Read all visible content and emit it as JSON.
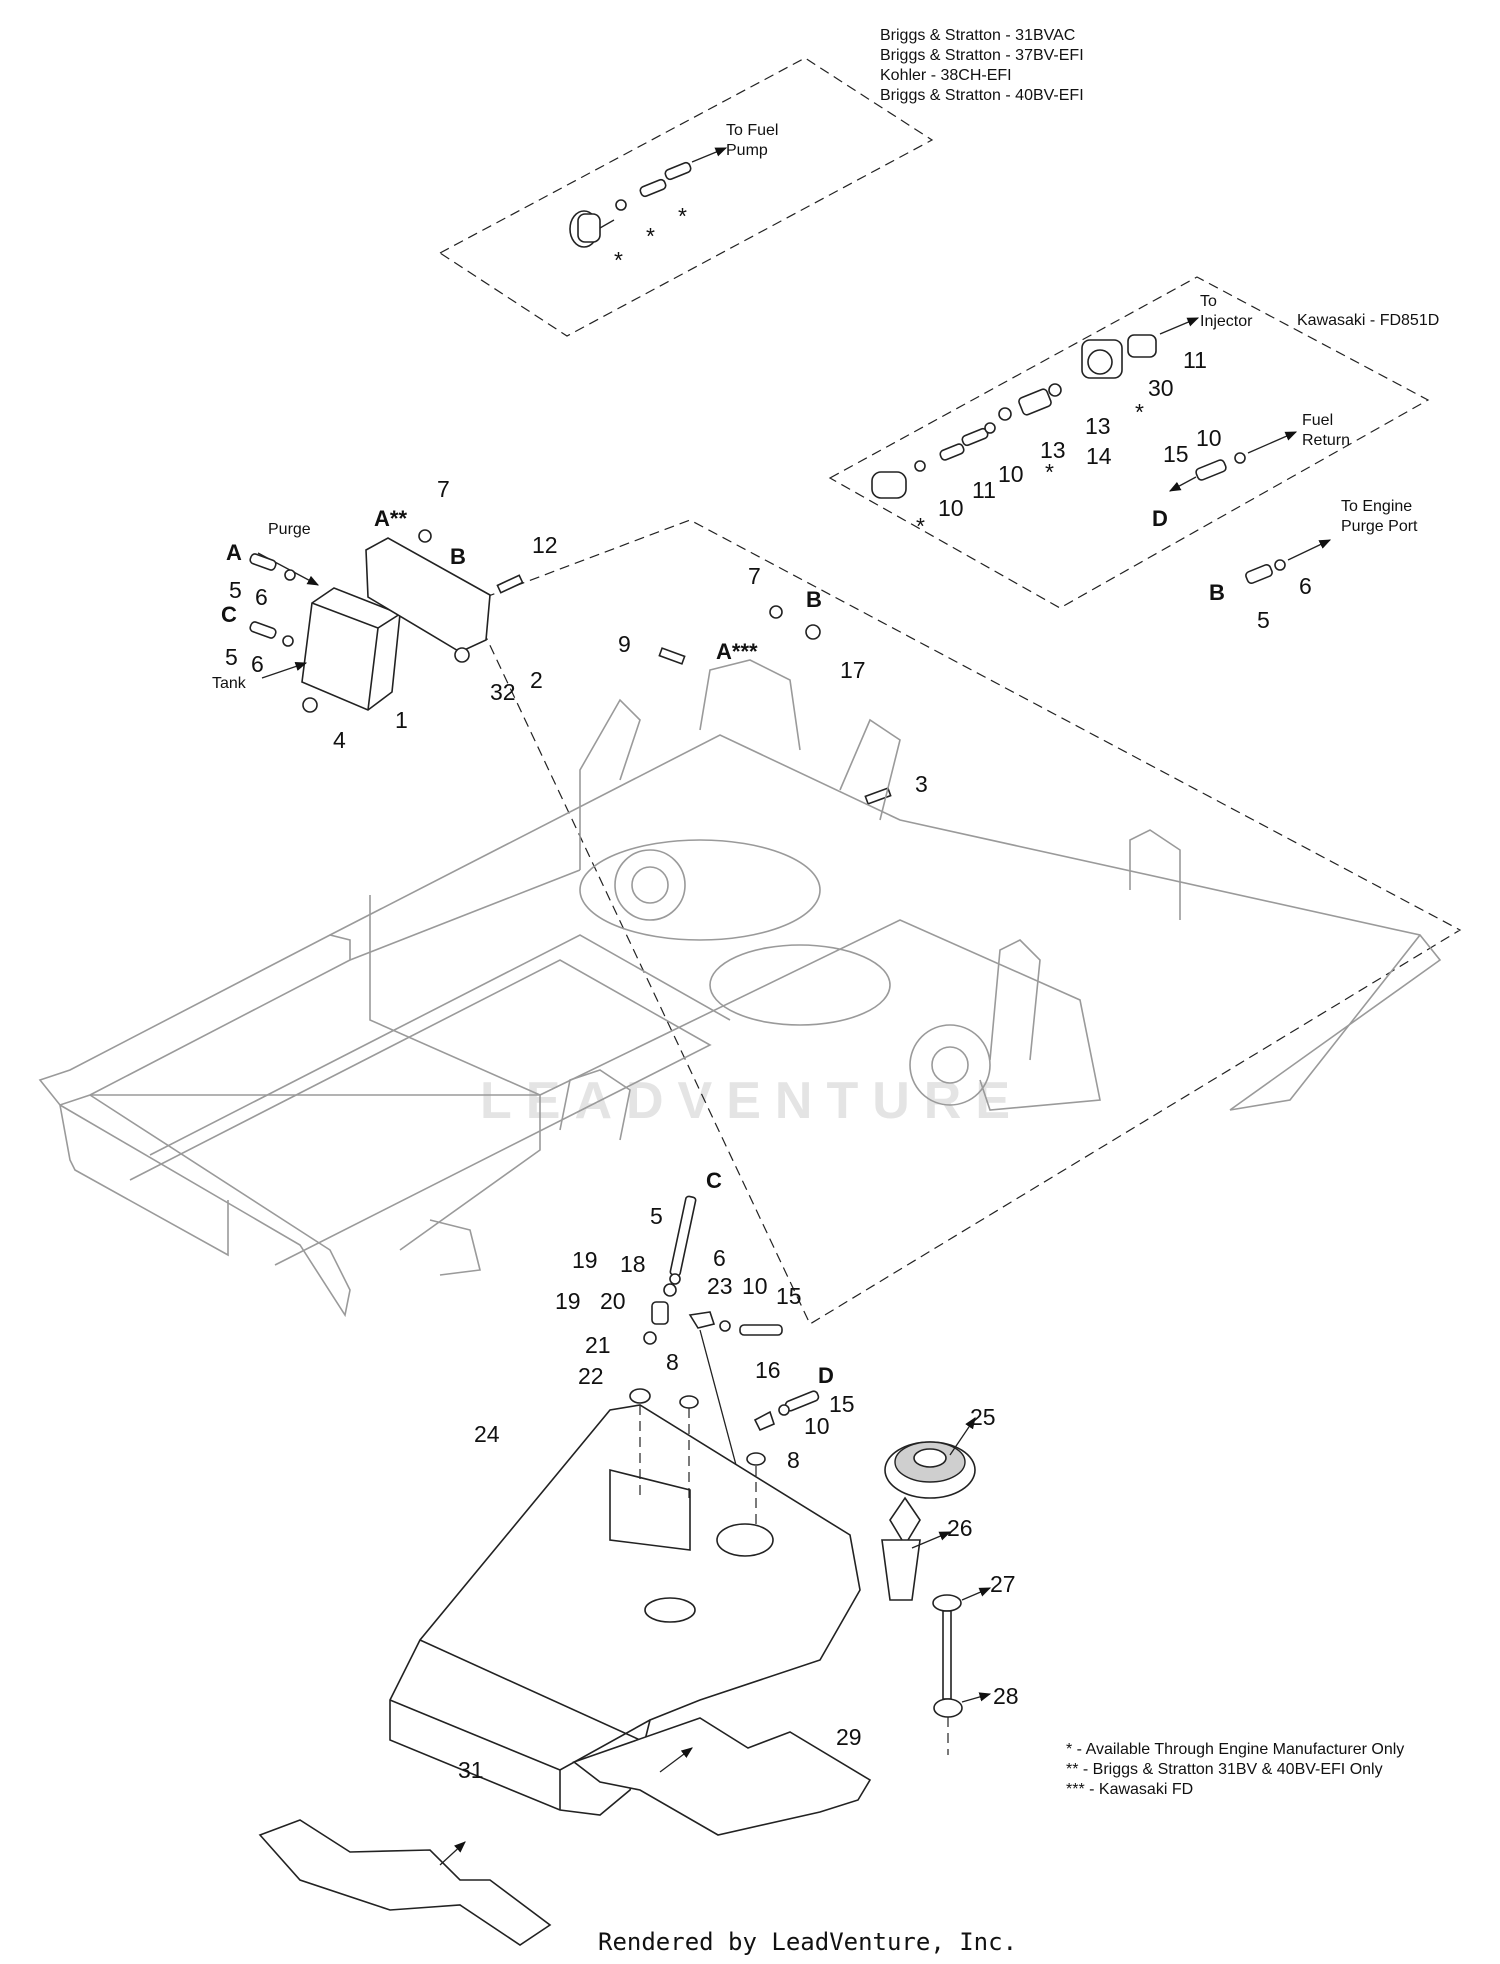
{
  "engine_groups": {
    "briggs_kohler": [
      "Briggs & Stratton - 31BVAC",
      "Briggs & Stratton - 37BV-EFI",
      "Kohler - 38CH-EFI",
      "Briggs & Stratton - 40BV-EFI"
    ],
    "kawasaki": "Kawasaki - FD851D"
  },
  "flow_labels": {
    "fuel_pump": "To Fuel Pump",
    "injector": "To Injector",
    "fuel_return": "Fuel Return",
    "engine_purge": "To Engine Purge Port",
    "purge": "Purge",
    "tank": "Tank"
  },
  "callouts": {
    "ref_a": "A",
    "ref_a2": "A**",
    "ref_a3": "A***",
    "ref_b": "B",
    "ref_c": "C",
    "ref_d": "D",
    "star": "*",
    "p1": "1",
    "p2": "2",
    "p3": "3",
    "p4": "4",
    "p5": "5",
    "p6": "6",
    "p7": "7",
    "p8": "8",
    "p9": "9",
    "p10": "10",
    "p11": "11",
    "p12": "12",
    "p13": "13",
    "p14": "14",
    "p15": "15",
    "p16": "16",
    "p17": "17",
    "p18": "18",
    "p19": "19",
    "p20": "20",
    "p21": "21",
    "p22": "22",
    "p23": "23",
    "p24": "24",
    "p25": "25",
    "p26": "26",
    "p27": "27",
    "p28": "28",
    "p29": "29",
    "p30": "30",
    "p31": "31",
    "p32": "32"
  },
  "notes": [
    "* - Available Through Engine Manufacturer Only",
    "** - Briggs & Stratton 31BV & 40BV-EFI Only",
    "*** - Kawasaki FD"
  ],
  "footer": "Rendered by LeadVenture, Inc.",
  "watermark": "LEADVENTURE"
}
